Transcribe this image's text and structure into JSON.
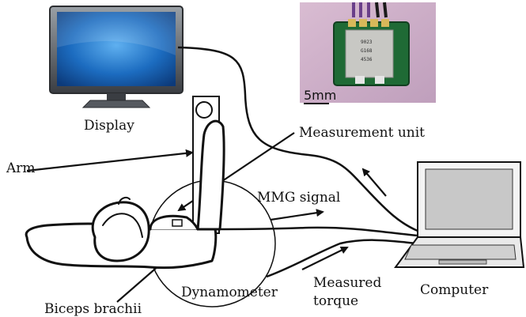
{
  "labels": {
    "display": "Display",
    "arm": "Arm",
    "measurement_unit": "Measurement unit",
    "mmg_signal": "MMG signal",
    "measured_line1": "Measured",
    "measured_line2": "torque",
    "computer": "Computer",
    "biceps": "Biceps brachii",
    "dynamometer": "Dynamometer"
  },
  "scale_bar": {
    "label": "5mm"
  },
  "chip": {
    "line1": "9023",
    "line2": "G168",
    "line3": "4536"
  },
  "colors": {
    "photo_bg": "#c9a9c4",
    "pcb": "#1f6a35",
    "screen": "#1c6cc0",
    "wire_purple": "#6a3f8a"
  }
}
